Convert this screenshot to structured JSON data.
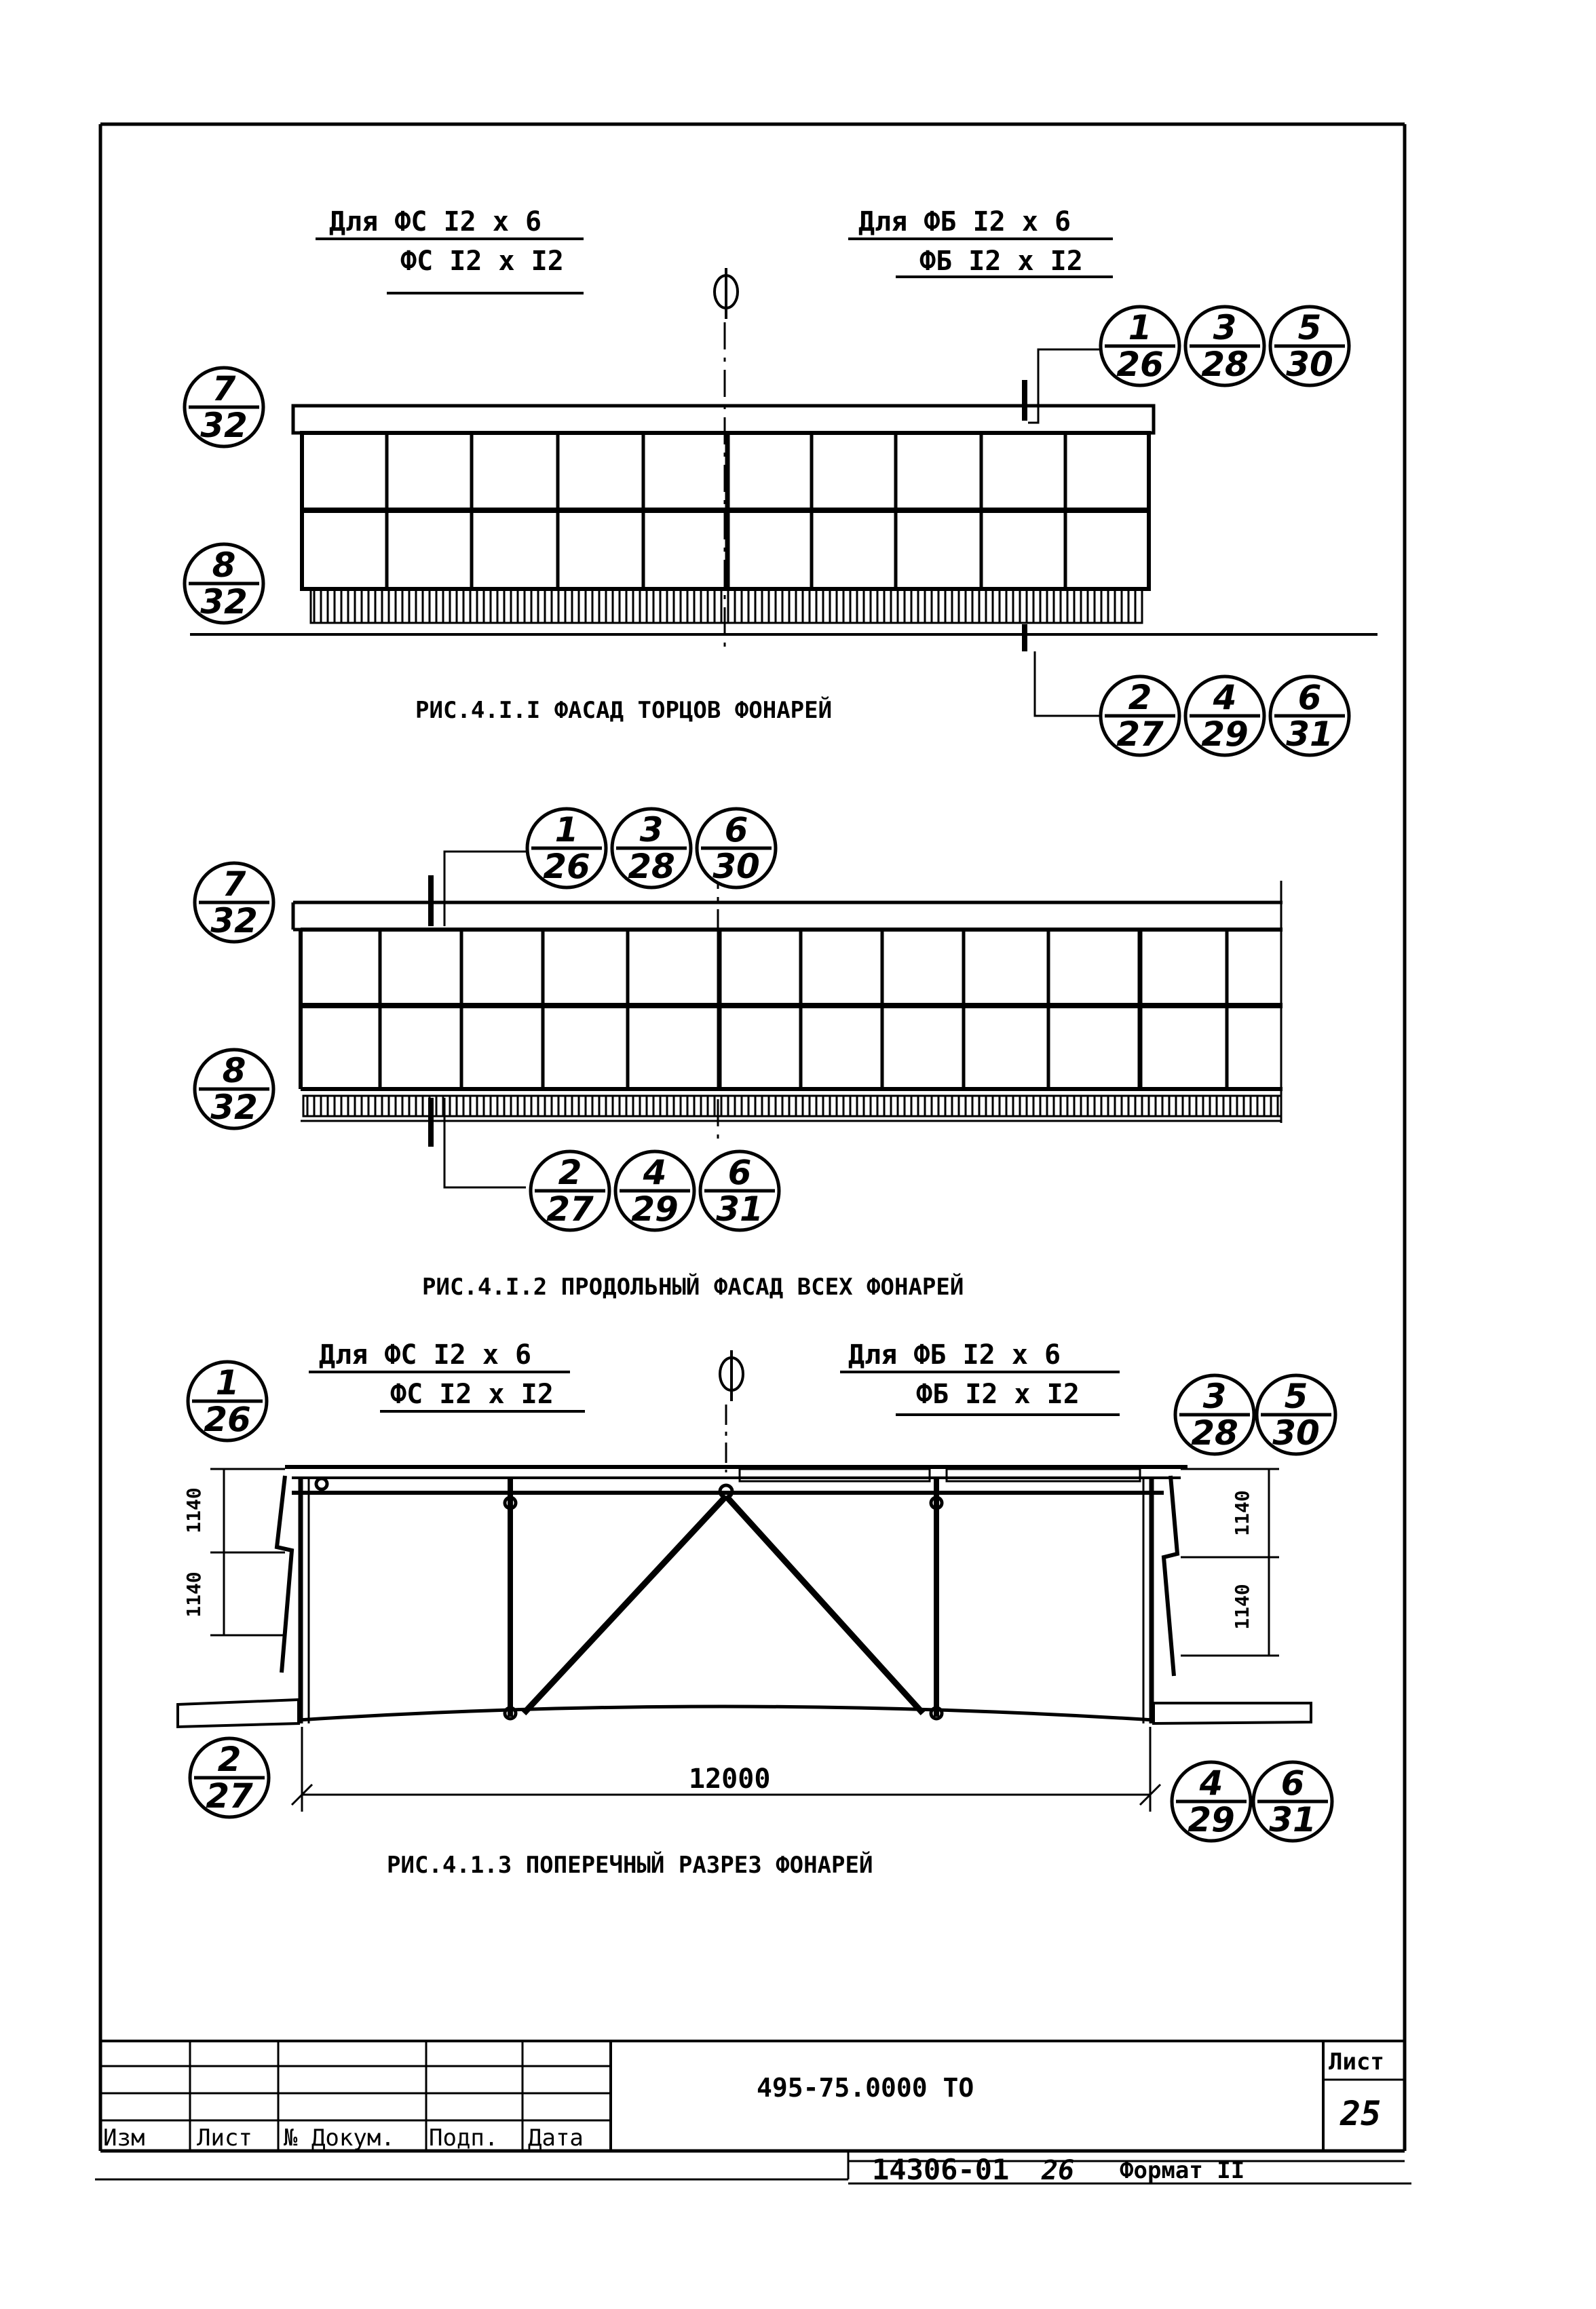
{
  "sheet": {
    "doc_code": "495-75.0000 ТО",
    "sheet_label": "Лист",
    "sheet_number": "25",
    "inventory_number": "14306-01",
    "copy_number": "26",
    "format_label": "Формат II"
  },
  "title_block": {
    "columns": [
      "Изм",
      "Лист",
      "№ Докум.",
      "Подп.",
      "Дата"
    ]
  },
  "fig1": {
    "caption": "РИС.4.I.I ФАСАД ТОРЦОВ ФОНАРЕЙ",
    "left_header": [
      "Для ФС I2 х 6",
      "ФС I2 х I2"
    ],
    "right_header": [
      "Для ФБ I2 х 6",
      "ФБ I2 х I2"
    ],
    "markers_left": [
      {
        "top": "7",
        "bottom": "32"
      },
      {
        "top": "8",
        "bottom": "32"
      }
    ],
    "markers_top": [
      {
        "top": "1",
        "bottom": "26"
      },
      {
        "top": "3",
        "bottom": "28"
      },
      {
        "top": "5",
        "bottom": "30"
      }
    ],
    "markers_bottom": [
      {
        "top": "2",
        "bottom": "27"
      },
      {
        "top": "4",
        "bottom": "29"
      },
      {
        "top": "6",
        "bottom": "31"
      }
    ]
  },
  "fig2": {
    "caption": "РИС.4.I.2 ПРОДОЛЬНЫЙ ФАСАД ВСЕХ ФОНАРЕЙ",
    "markers_left": [
      {
        "top": "7",
        "bottom": "32"
      },
      {
        "top": "8",
        "bottom": "32"
      }
    ],
    "markers_top": [
      {
        "top": "1",
        "bottom": "26"
      },
      {
        "top": "3",
        "bottom": "28"
      },
      {
        "top": "6",
        "bottom": "30"
      }
    ],
    "markers_bottom": [
      {
        "top": "2",
        "bottom": "27"
      },
      {
        "top": "4",
        "bottom": "29"
      },
      {
        "top": "6",
        "bottom": "31"
      }
    ]
  },
  "fig3": {
    "caption": "РИС.4.1.3 ПОПЕРЕЧНЫЙ РАЗРЕЗ ФОНАРЕЙ",
    "left_header": [
      "Для ФС I2 х 6",
      "ФС I2 х I2"
    ],
    "right_header": [
      "Для ФБ I2 х 6",
      "ФБ I2 х I2"
    ],
    "span_dimension": "12000",
    "dim_left": [
      "1140",
      "1140"
    ],
    "dim_right": [
      "1140",
      "1140"
    ],
    "marker_top_left": {
      "top": "1",
      "bottom": "26"
    },
    "markers_top_right": [
      {
        "top": "3",
        "bottom": "28"
      },
      {
        "top": "5",
        "bottom": "30"
      }
    ],
    "marker_bottom_left": {
      "top": "2",
      "bottom": "27"
    },
    "markers_bottom_right": [
      {
        "top": "4",
        "bottom": "29"
      },
      {
        "top": "6",
        "bottom": "31"
      }
    ]
  }
}
